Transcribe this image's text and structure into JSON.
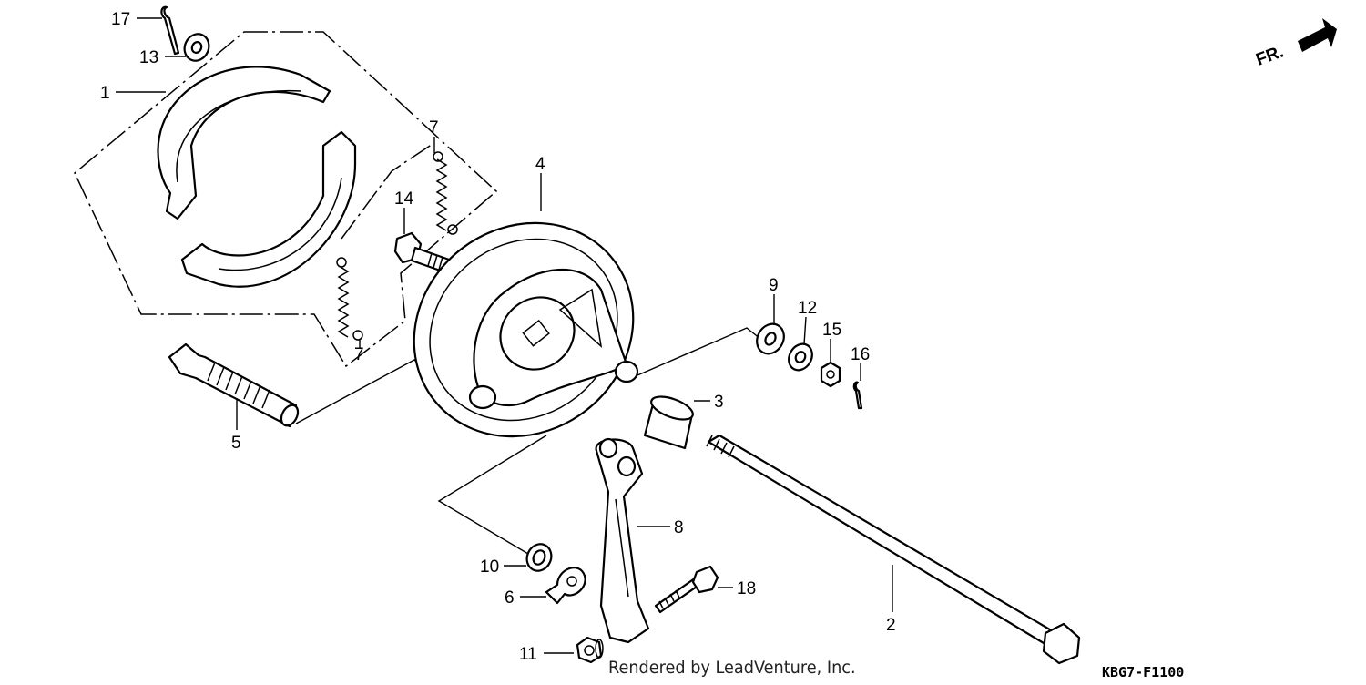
{
  "callouts": {
    "c1": "1",
    "c2": "2",
    "c3": "3",
    "c4": "4",
    "c5": "5",
    "c6": "6",
    "c7a": "7",
    "c7b": "7",
    "c8": "8",
    "c9": "9",
    "c10": "10",
    "c11": "11",
    "c12": "12",
    "c13": "13",
    "c14": "14",
    "c15": "15",
    "c16": "16",
    "c17": "17",
    "c18": "18"
  },
  "front_arrow_label": "FR.",
  "watermark": "Rendered by LeadVenture, Inc.",
  "diagram_code": "KBG7-F1100"
}
